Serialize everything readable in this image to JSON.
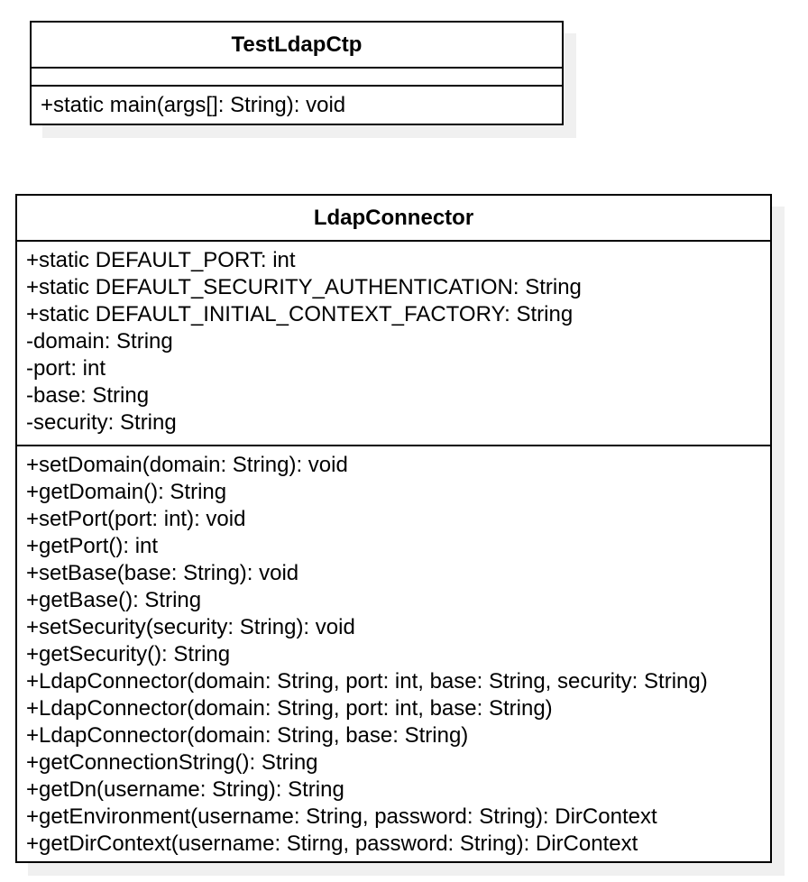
{
  "classes": {
    "test_ldap_ctp": {
      "name": "TestLdapCtp",
      "attributes": [],
      "operations": [
        "+static main(args[]: String): void"
      ]
    },
    "ldap_connector": {
      "name": "LdapConnector",
      "attributes": [
        "+static DEFAULT_PORT: int",
        "+static DEFAULT_SECURITY_AUTHENTICATION: String",
        "+static DEFAULT_INITIAL_CONTEXT_FACTORY: String",
        "-domain: String",
        "-port: int",
        "-base: String",
        "-security: String"
      ],
      "operations": [
        "+setDomain(domain: String): void",
        "+getDomain(): String",
        "+setPort(port: int): void",
        "+getPort(): int",
        "+setBase(base: String): void",
        "+getBase(): String",
        "+setSecurity(security: String): void",
        "+getSecurity(): String",
        "+LdapConnector(domain: String, port: int, base: String, security: String)",
        "+LdapConnector(domain: String, port: int, base: String)",
        "+LdapConnector(domain: String, base: String)",
        "+getConnectionString(): String",
        "+getDn(username: String): String",
        "+getEnvironment(username: String, password: String): DirContext",
        "+getDirContext(username: Stirng, password: String): DirContext"
      ]
    }
  },
  "colors": {
    "border": "#000000",
    "shadow": "#f0f0f0",
    "background": "#ffffff",
    "text": "#000000"
  }
}
